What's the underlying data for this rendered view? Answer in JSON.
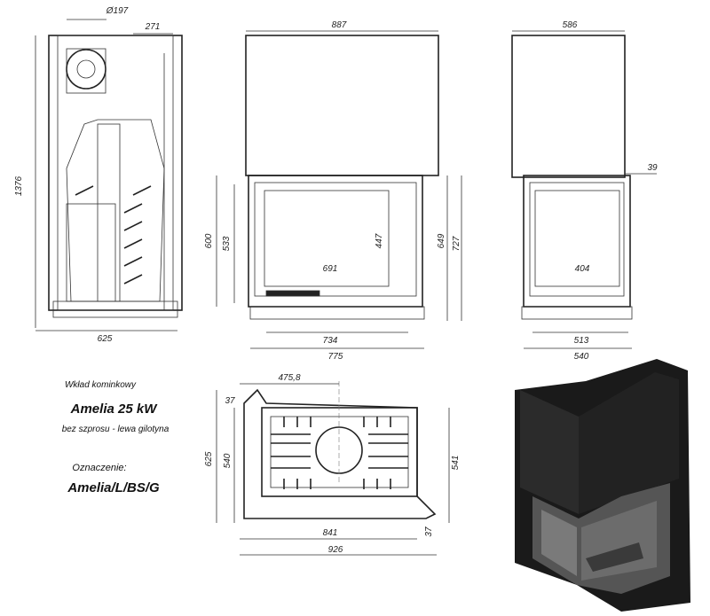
{
  "title_block": {
    "product_type": "Wkład kominkowy",
    "model": "Amelia  25 kW",
    "variant": "bez szprosu - lewa gilotyna",
    "designation_label": "Oznaczenie:",
    "designation": "Amelia/L/BS/G"
  },
  "side_view": {
    "flue_diameter": "Ø197",
    "flue_offset": "271",
    "height": "1376",
    "depth": "625"
  },
  "front_view": {
    "width": "887",
    "frame_height": "600",
    "opening_height": "533",
    "glass_height": "447",
    "glass_width": "691",
    "side_height": "649",
    "total_height": "727",
    "base_width": "734",
    "frame_width": "775"
  },
  "right_view": {
    "width": "586",
    "offset": "39",
    "glass_width": "404",
    "base_width": "513",
    "frame_width": "540"
  },
  "top_view": {
    "flue_offset": "475,8",
    "corner_top": "37",
    "depth": "625",
    "inner_depth": "540",
    "right_depth": "541",
    "inner_width": "841",
    "corner_bottom": "37",
    "total_width": "926"
  },
  "colors": {
    "line": "#333333",
    "render": "#111111"
  }
}
